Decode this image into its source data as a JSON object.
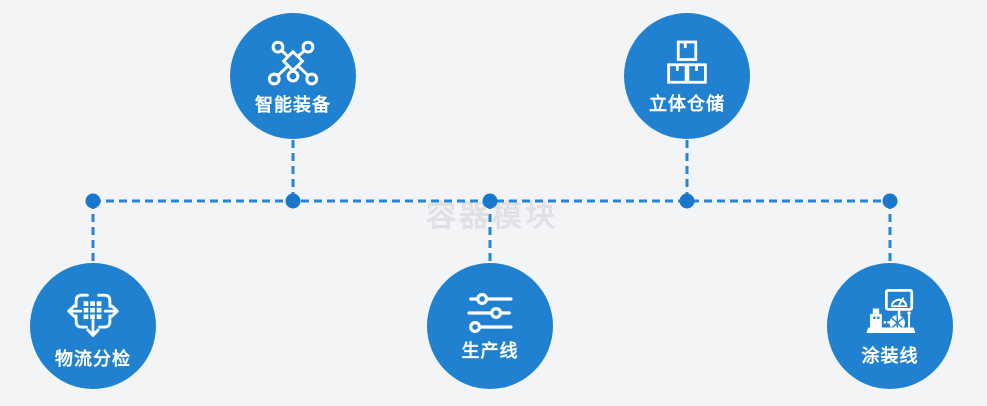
{
  "diagram": {
    "watermark": "容器模块",
    "colors": {
      "background": "#f3f4f6",
      "node_fill": "#1f81cf",
      "connector_line": "#2b83d6",
      "junction_dot": "#1a77cc",
      "label_text": "#ffffff",
      "watermark_text": "#c6c8ce"
    },
    "nodes": [
      {
        "id": "smart-equipment",
        "label": "智能装备",
        "icon": "network-nodes-icon",
        "row": "top"
      },
      {
        "id": "stereoscopic-warehouse",
        "label": "立体仓储",
        "icon": "stacked-boxes-icon",
        "row": "top"
      },
      {
        "id": "logistics-sorting",
        "label": "物流分检",
        "icon": "sorting-distribute-icon",
        "row": "bottom"
      },
      {
        "id": "production-line",
        "label": "生产线",
        "icon": "sliders-icon",
        "row": "bottom"
      },
      {
        "id": "coating-line",
        "label": "涂装线",
        "icon": "coating-machine-icon",
        "row": "bottom"
      }
    ]
  }
}
